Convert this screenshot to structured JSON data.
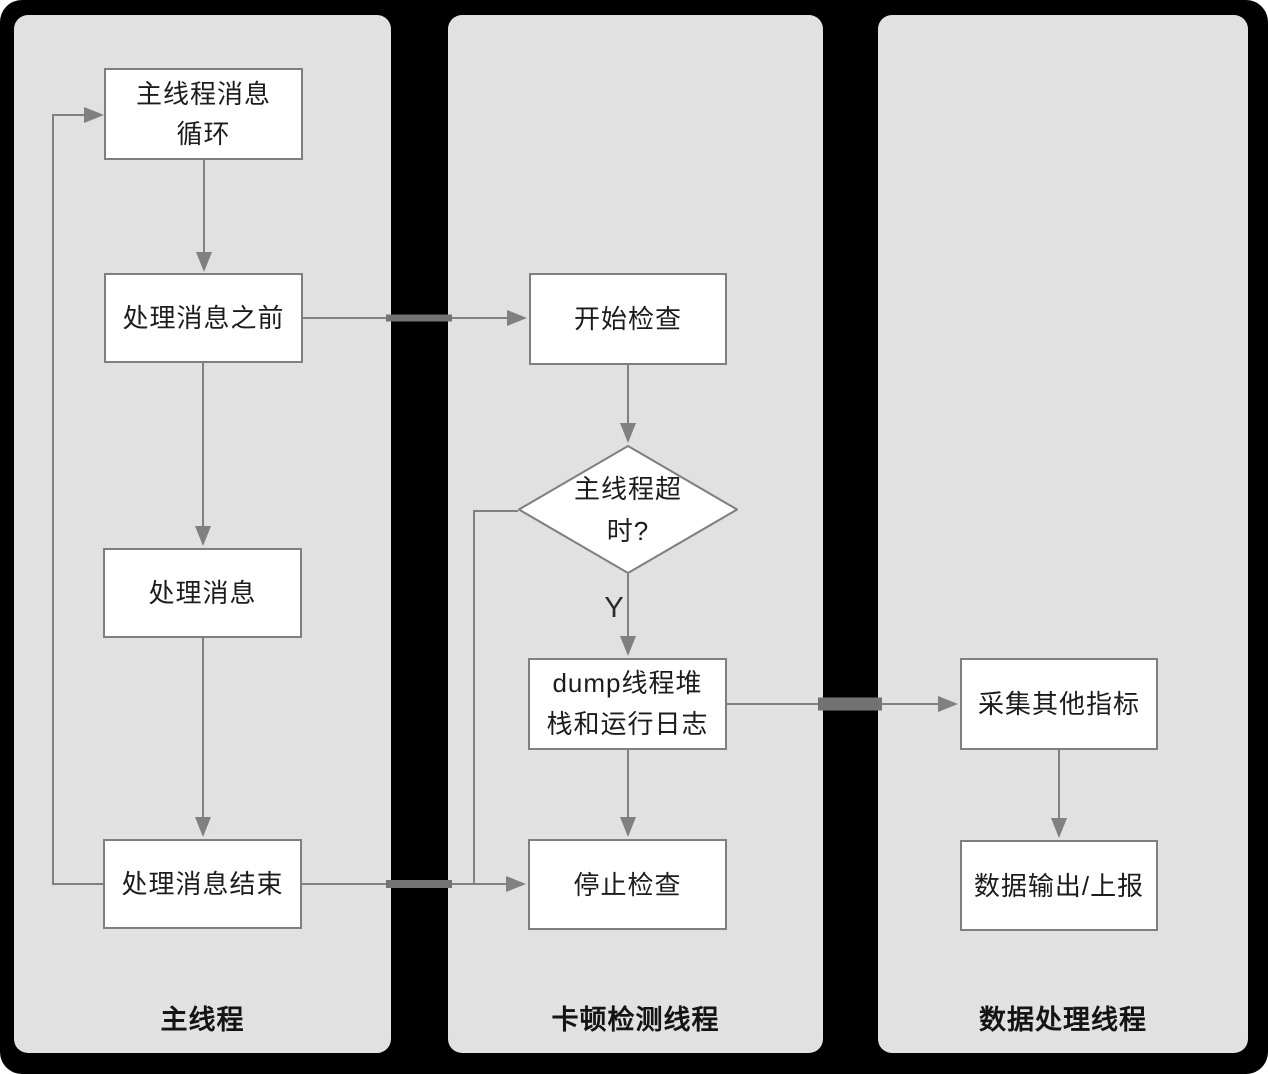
{
  "lanes": [
    {
      "id": "main-thread",
      "label": "主线程"
    },
    {
      "id": "stall-detect-thread",
      "label": "卡顿检测线程"
    },
    {
      "id": "data-process-thread",
      "label": "数据处理线程"
    }
  ],
  "nodes": {
    "msg_loop": "主线程消息循环",
    "before_msg": "处理消息之前",
    "handle_msg": "处理消息",
    "msg_end": "处理消息结束",
    "start_check": "开始检查",
    "timeout_question": "主线程超时?",
    "dump": "dump线程堆栈和运行日志",
    "stop_check": "停止检查",
    "collect_metrics": "采集其他指标",
    "data_report": "数据输出/上报"
  },
  "edge_labels": {
    "yes": "Y"
  },
  "colors": {
    "background": "#000000",
    "lane_fill": "#e1e1e1",
    "node_fill": "#ffffff",
    "line": "#808080",
    "text": "#1c1c1c"
  }
}
